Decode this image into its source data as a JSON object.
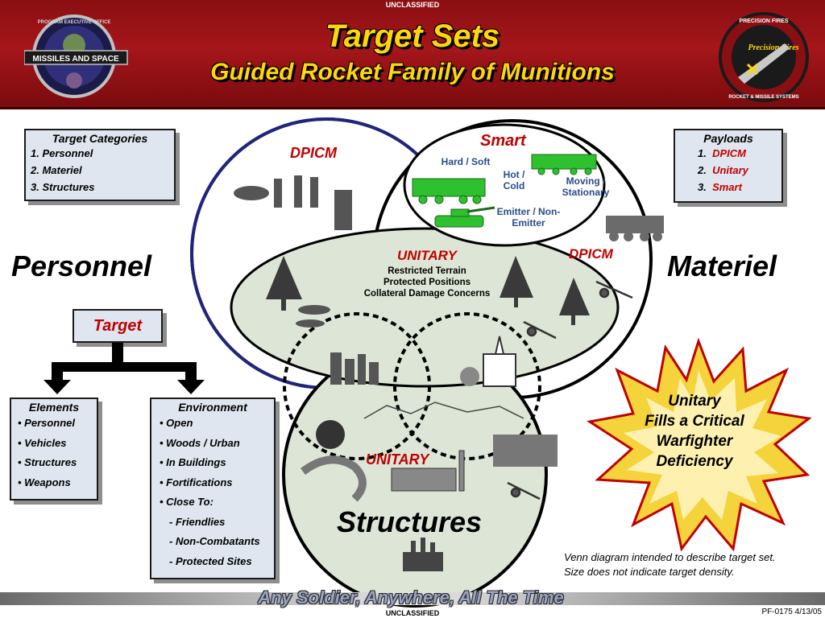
{
  "classification": "UNCLASSIFIED",
  "header": {
    "title": "Target Sets",
    "subtitle": "Guided Rocket Family of Munitions",
    "left_seal_text": "MISSILES AND SPACE",
    "left_seal_ring": "PROGRAM EXECUTIVE OFFICE",
    "right_seal_top": "PRECISION FIRES",
    "right_seal_mid": "Precision Fires",
    "right_seal_bottom": "ROCKET & MISSILE SYSTEMS"
  },
  "target_categories": {
    "title": "Target Categories",
    "items": [
      "1.  Personnel",
      "2.  Materiel",
      "3.  Structures"
    ]
  },
  "payloads": {
    "title": "Payloads",
    "numbers": [
      "1.",
      "2.",
      "3."
    ],
    "items": [
      "DPICM",
      "Unitary",
      "Smart"
    ]
  },
  "venn": {
    "personnel": "Personnel",
    "materiel": "Materiel",
    "structures": "Structures",
    "dpicm_left": "DPICM",
    "dpicm_right": "DPICM",
    "smart": "Smart",
    "smart_features": [
      "Hard / Soft",
      "Hot / Cold",
      "Moving / Stationary",
      "Emitter / Non-Emitter"
    ],
    "unitary_top": "UNITARY",
    "unitary_top_lines": [
      "Restricted Terrain",
      "Protected Positions",
      "Collateral Damage Concerns"
    ],
    "unitary_bottom": "UNITARY"
  },
  "target_tree": {
    "root": "Target",
    "elements": {
      "title": "Elements",
      "items": [
        "• Personnel",
        "• Vehicles",
        "• Structures",
        "• Weapons"
      ]
    },
    "environment": {
      "title": "Environment",
      "items": [
        "• Open",
        "• Woods / Urban",
        "• In Buildings",
        "• Fortifications",
        "• Close To:",
        "- Friendlies",
        "- Non-Combatants",
        "- Protected Sites"
      ]
    }
  },
  "starburst": [
    "Unitary",
    "Fills a Critical",
    "Warfighter",
    "Deficiency"
  ],
  "note": [
    "Venn diagram intended to describe target set.",
    "Size does not indicate target density."
  ],
  "footer": {
    "slogan": "Any Soldier, Anywhere, All The Time",
    "code": "PF-0175  4/13/05"
  },
  "colors": {
    "banner": "#a5161a",
    "title": "#ffd60a",
    "accent_red": "#c00000",
    "venn_blue": "#22237a",
    "unitary_fill": "#dde6d6",
    "starburst": "#f5d33a"
  }
}
